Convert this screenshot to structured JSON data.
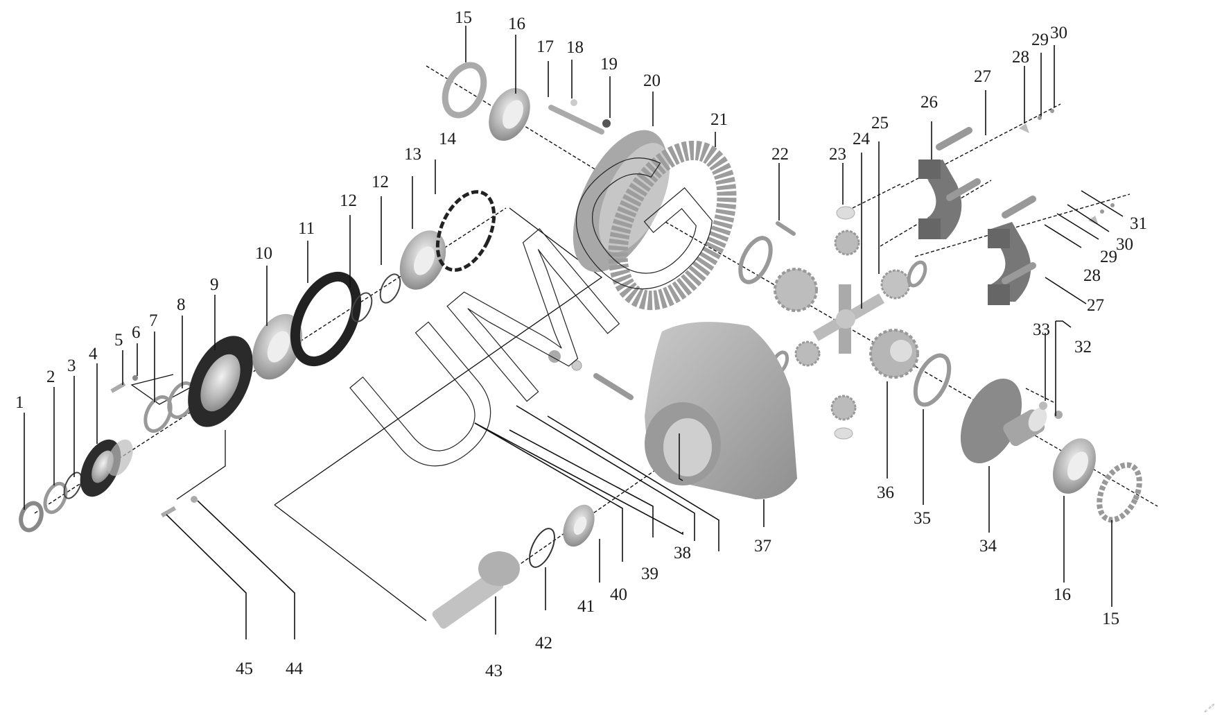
{
  "diagram": {
    "type": "exploded-parts-view",
    "subject": "drive axle differential assembly",
    "watermark": "UMG",
    "corner_mark": "∞ ∞∞",
    "callouts": [
      {
        "id": "c1",
        "label": "1"
      },
      {
        "id": "c2",
        "label": "2"
      },
      {
        "id": "c3",
        "label": "3"
      },
      {
        "id": "c4",
        "label": "4"
      },
      {
        "id": "c5",
        "label": "5"
      },
      {
        "id": "c6",
        "label": "6"
      },
      {
        "id": "c7",
        "label": "7"
      },
      {
        "id": "c8",
        "label": "8"
      },
      {
        "id": "c9",
        "label": "9"
      },
      {
        "id": "c10",
        "label": "10"
      },
      {
        "id": "c11",
        "label": "11"
      },
      {
        "id": "c12a",
        "label": "12"
      },
      {
        "id": "c12b",
        "label": "12"
      },
      {
        "id": "c13",
        "label": "13"
      },
      {
        "id": "c14",
        "label": "14"
      },
      {
        "id": "c15a",
        "label": "15"
      },
      {
        "id": "c16a",
        "label": "16"
      },
      {
        "id": "c17",
        "label": "17"
      },
      {
        "id": "c18",
        "label": "18"
      },
      {
        "id": "c19",
        "label": "19"
      },
      {
        "id": "c20",
        "label": "20"
      },
      {
        "id": "c21",
        "label": "21"
      },
      {
        "id": "c22",
        "label": "22"
      },
      {
        "id": "c23",
        "label": "23"
      },
      {
        "id": "c24",
        "label": "24"
      },
      {
        "id": "c25",
        "label": "25"
      },
      {
        "id": "c26",
        "label": "26"
      },
      {
        "id": "c27a",
        "label": "27"
      },
      {
        "id": "c28a",
        "label": "28"
      },
      {
        "id": "c29a",
        "label": "29"
      },
      {
        "id": "c30a",
        "label": "30"
      },
      {
        "id": "c31",
        "label": "31"
      },
      {
        "id": "c30b",
        "label": "30"
      },
      {
        "id": "c29b",
        "label": "29"
      },
      {
        "id": "c28b",
        "label": "28"
      },
      {
        "id": "c27b",
        "label": "27"
      },
      {
        "id": "c33",
        "label": "33"
      },
      {
        "id": "c32",
        "label": "32"
      },
      {
        "id": "c36",
        "label": "36"
      },
      {
        "id": "c35",
        "label": "35"
      },
      {
        "id": "c34",
        "label": "34"
      },
      {
        "id": "c16b",
        "label": "16"
      },
      {
        "id": "c15b",
        "label": "15"
      },
      {
        "id": "c37",
        "label": "37"
      },
      {
        "id": "c38",
        "label": "38"
      },
      {
        "id": "c39",
        "label": "39"
      },
      {
        "id": "c40",
        "label": "40"
      },
      {
        "id": "c41",
        "label": "41"
      },
      {
        "id": "c42",
        "label": "42"
      },
      {
        "id": "c43",
        "label": "43"
      },
      {
        "id": "c44",
        "label": "44"
      },
      {
        "id": "c45",
        "label": "45"
      }
    ]
  }
}
